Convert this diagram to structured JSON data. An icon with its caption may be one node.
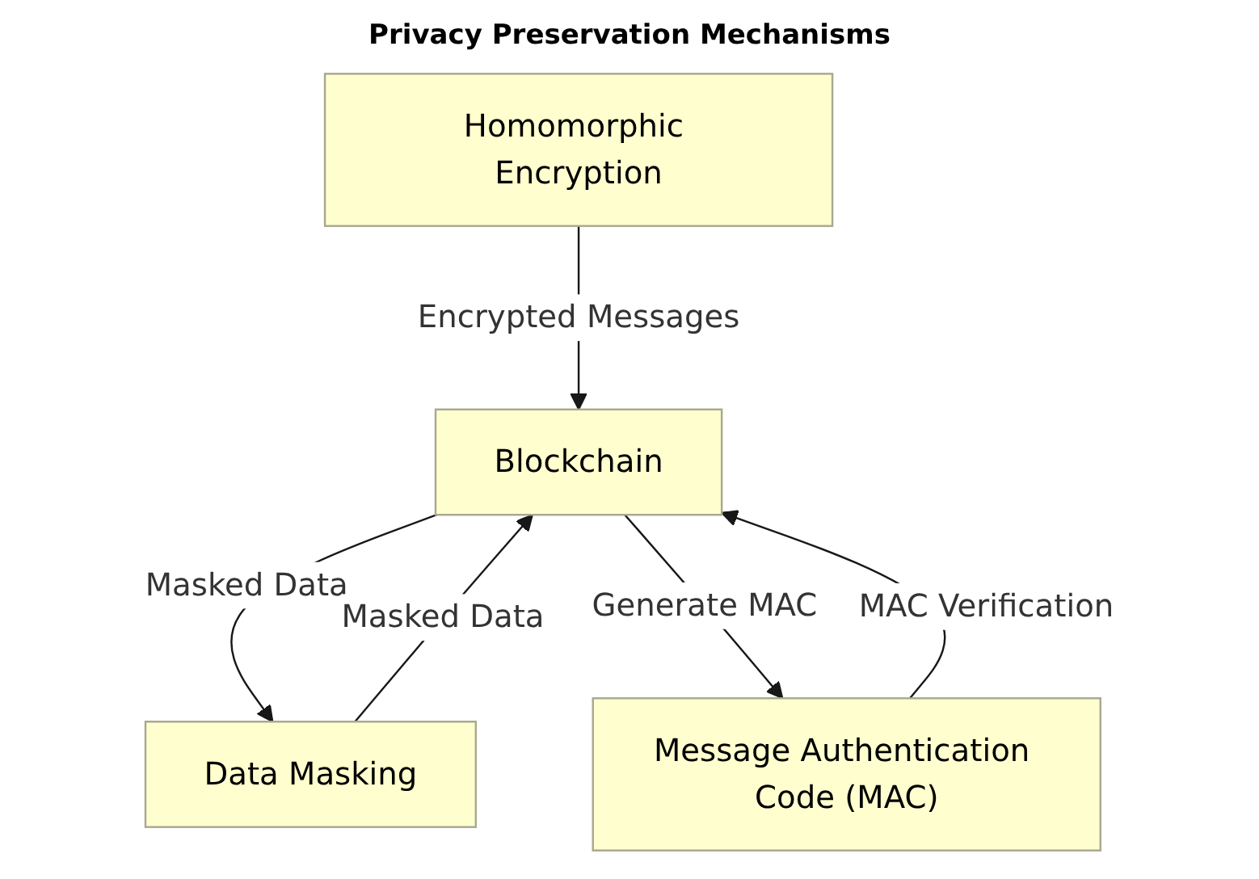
{
  "diagram": {
    "title": "Privacy Preservation Mechanisms",
    "nodes": [
      {
        "text": [
          "Homomorphic Encryption"
        ]
      },
      {
        "text": [
          "Blockchain"
        ]
      },
      {
        "text": [
          "Data Masking"
        ]
      },
      {
        "text": [
          "Message Authentication Code (MAC)"
        ]
      }
    ],
    "edges": [
      {
        "from": 0,
        "to": 1,
        "arrow": "to",
        "label": "Encrypted Messages"
      },
      {
        "from": 1,
        "to": 2,
        "arrow": "to",
        "label": "Masked Data"
      },
      {
        "from": 2,
        "to": 1,
        "arrow": "to",
        "label": "Masked Data"
      },
      {
        "from": 1,
        "to": 3,
        "arrow": "to",
        "label": "Generate MAC"
      },
      {
        "from": 3,
        "to": 1,
        "arrow": "to",
        "label": "MAC Verification"
      }
    ]
  }
}
